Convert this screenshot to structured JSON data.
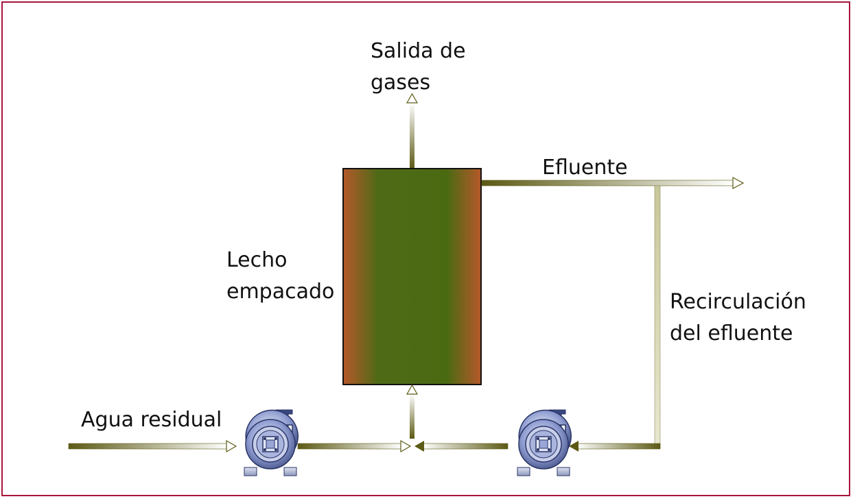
{
  "labels": {
    "gas_outlet_line1": "Salida de",
    "gas_outlet_line2": "gases",
    "effluent": "Efluente",
    "packed_bed_line1": "Lecho",
    "packed_bed_line2": "empacado",
    "recirculation_line1": "Recirculación",
    "recirculation_line2": "del efluente",
    "wastewater": "Agua residual"
  },
  "icons": {
    "pump_left": "centrifugal-pump-icon",
    "pump_right": "centrifugal-pump-icon"
  },
  "colors": {
    "border": "#a8123a",
    "reactor_edge": "#b5582a",
    "reactor_center": "#4a6a12",
    "pipe_dark": "#5c5a14",
    "pipe_light": "#ffffff",
    "pump_body": "#5a6fb0"
  }
}
